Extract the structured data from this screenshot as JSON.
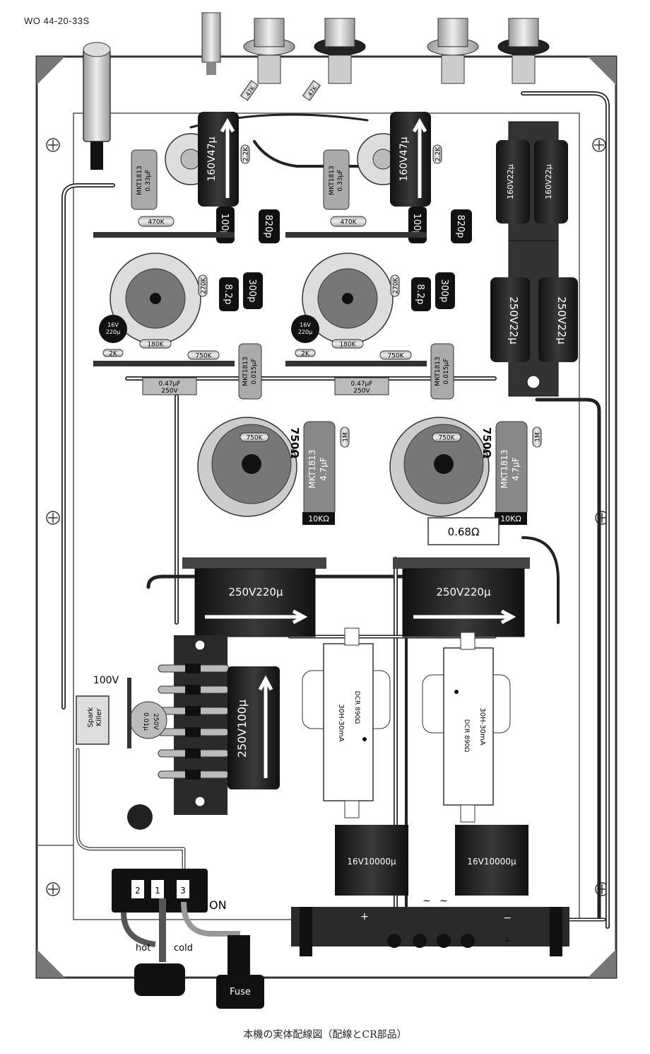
{
  "header": {
    "model_code": "WO  44-20-33S"
  },
  "caption": "本機の実体配線図（配線とCR部品）",
  "labels": {
    "r_47k": "47K",
    "r_2_2k": "2.2K",
    "r_470k": "470K",
    "r_270k": "270K",
    "r_180k": "180K",
    "r_750k": "750K",
    "r_2k": "2K",
    "r_1m": "1M",
    "r_10k": "10KΩ",
    "r_068": "0.68Ω",
    "c_160v47": "160V47μ",
    "c_160v22": "160V22μ",
    "c_250v22": "250V22μ",
    "c_250v220": "250V220μ",
    "c_250v100": "250V100μ",
    "c_16v10000": "16V10000μ",
    "c_16v220": "16V\n220μ",
    "c_100p": "100p",
    "c_820p": "820p",
    "c_8_2p": "8.2p",
    "c_300p": "300p",
    "c_mkt033_a": "MKT1813",
    "c_mkt033_b": "0.33μF",
    "c_mkt0015_a": "MKT1813",
    "c_mkt0015_b": "0.015μF",
    "c_mkt47_a": "MKT1813",
    "c_mkt47_b": "4.7μF",
    "c_047_a": "0.47μF",
    "c_047_b": "250V",
    "c_001_a": "250V",
    "c_001_b": "0.01μ",
    "pot_750k": "750K",
    "choke_a": "30H-30mA",
    "choke_b": "DCR 890Ω",
    "v100": "100V",
    "spark": "Spark\nKiller",
    "on": "ON",
    "hot": "hot",
    "cold": "cold",
    "fuse": "Fuse",
    "sw1": "1",
    "sw2": "2",
    "sw3": "3",
    "plus": "+",
    "minus": "−",
    "tilde": "~"
  }
}
